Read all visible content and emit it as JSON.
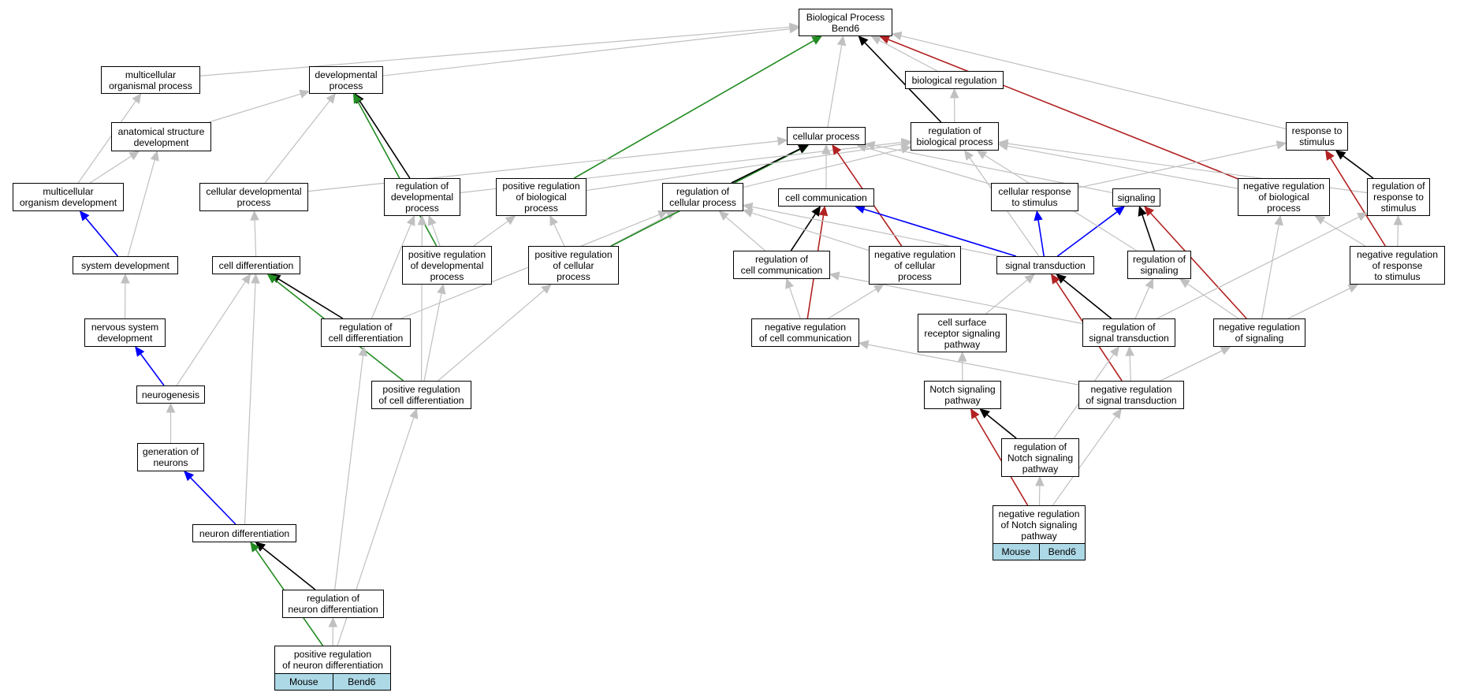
{
  "nodes": {
    "bp": "Biological Process\nBend6",
    "mop": "multicellular\norganismal process",
    "dev": "developmental\nprocess",
    "breg": "biological regulation",
    "asd": "anatomical structure\ndevelopment",
    "cp": "cellular process",
    "rbp": "regulation of\nbiological process",
    "rts": "response to\nstimulus",
    "mod": "multicellular\norganism development",
    "cdp": "cellular developmental\nprocess",
    "rdp": "regulation of\ndevelopmental\nprocess",
    "prbp": "positive regulation\nof biological\nprocess",
    "rcp": "regulation of\ncellular process",
    "cc": "cell communication",
    "crs": "cellular response\nto stimulus",
    "sig": "signaling",
    "nrbp": "negative regulation\nof biological\nprocess",
    "rrs": "regulation of\nresponse to\nstimulus",
    "sd": "system development",
    "cd": "cell differentiation",
    "prdp": "positive regulation\nof developmental\nprocess",
    "prcp": "positive regulation\nof cellular\nprocess",
    "rcc": "regulation of\ncell communication",
    "nrcp": "negative regulation\nof cellular\nprocess",
    "st": "signal transduction",
    "rsig": "regulation of\nsignaling",
    "nrrs": "negative regulation\nof response\nto stimulus",
    "nsd": "nervous system\ndevelopment",
    "rcd": "regulation of\ncell differentiation",
    "nrcc": "negative regulation\nof cell communication",
    "csrsp": "cell surface\nreceptor signaling\npathway",
    "rst": "regulation of\nsignal transduction",
    "nrsig": "negative regulation\nof signaling",
    "ng": "neurogenesis",
    "prcd": "positive regulation\nof cell differentiation",
    "nsp": "Notch signaling\npathway",
    "nrst": "negative regulation\nof signal transduction",
    "gon": "generation of\nneurons",
    "rnsp": "regulation of\nNotch signaling\npathway",
    "nd": "neuron differentiation",
    "nrnsp": "negative regulation\nof Notch signaling\npathway",
    "rnd": "regulation of\nneuron differentiation",
    "prnd": "positive regulation\nof neuron differentiation"
  },
  "leaf_tables": {
    "prnd": [
      "Mouse",
      "Bend6"
    ],
    "nrnsp": [
      "Mouse",
      "Bend6"
    ]
  },
  "edge_colors": {
    "is_a": "#c0c0c0",
    "part_of": "#000000",
    "regulates": "#0000ff",
    "positively_regulates": "#228b22",
    "negatively_regulates": "#b22222"
  },
  "edges": [
    [
      "mop",
      "bp",
      "is_a"
    ],
    [
      "dev",
      "bp",
      "is_a"
    ],
    [
      "cp",
      "bp",
      "is_a"
    ],
    [
      "breg",
      "bp",
      "is_a"
    ],
    [
      "rbp",
      "bp",
      "part_of"
    ],
    [
      "prbp",
      "bp",
      "positively_regulates"
    ],
    [
      "nrbp",
      "bp",
      "negatively_regulates"
    ],
    [
      "rts",
      "bp",
      "is_a"
    ],
    [
      "rbp",
      "breg",
      "is_a"
    ],
    [
      "asd",
      "dev",
      "is_a"
    ],
    [
      "cdp",
      "dev",
      "is_a"
    ],
    [
      "rdp",
      "dev",
      "part_of"
    ],
    [
      "prdp",
      "dev",
      "positively_regulates"
    ],
    [
      "mod",
      "mop",
      "is_a"
    ],
    [
      "mod",
      "asd",
      "is_a"
    ],
    [
      "sd",
      "asd",
      "is_a"
    ],
    [
      "sd",
      "mod",
      "regulates"
    ],
    [
      "nsd",
      "sd",
      "is_a"
    ],
    [
      "ng",
      "nsd",
      "regulates"
    ],
    [
      "gon",
      "ng",
      "is_a"
    ],
    [
      "nd",
      "gon",
      "regulates"
    ],
    [
      "cd",
      "cdp",
      "is_a"
    ],
    [
      "ng",
      "cd",
      "is_a"
    ],
    [
      "nd",
      "cd",
      "is_a"
    ],
    [
      "rcd",
      "cd",
      "part_of"
    ],
    [
      "prcd",
      "cd",
      "positively_regulates"
    ],
    [
      "rcd",
      "rdp",
      "is_a"
    ],
    [
      "prcd",
      "rdp",
      "is_a"
    ],
    [
      "prcd",
      "prdp",
      "is_a"
    ],
    [
      "prcd",
      "prcp",
      "is_a"
    ],
    [
      "rcd",
      "rcp",
      "is_a"
    ],
    [
      "rnd",
      "rcd",
      "is_a"
    ],
    [
      "prnd",
      "rnd",
      "is_a"
    ],
    [
      "prnd",
      "prcd",
      "is_a"
    ],
    [
      "rnd",
      "nd",
      "part_of"
    ],
    [
      "prnd",
      "nd",
      "positively_regulates"
    ],
    [
      "prdp",
      "rdp",
      "is_a"
    ],
    [
      "prdp",
      "prbp",
      "is_a"
    ],
    [
      "prcp",
      "prbp",
      "is_a"
    ],
    [
      "prcp",
      "rcp",
      "is_a"
    ],
    [
      "prcp",
      "cp",
      "positively_regulates"
    ],
    [
      "rcp",
      "cp",
      "part_of"
    ],
    [
      "cc",
      "cp",
      "is_a"
    ],
    [
      "cdp",
      "cp",
      "is_a"
    ],
    [
      "rcp",
      "rbp",
      "is_a"
    ],
    [
      "rdp",
      "rbp",
      "is_a"
    ],
    [
      "prbp",
      "rbp",
      "is_a"
    ],
    [
      "nrbp",
      "rbp",
      "is_a"
    ],
    [
      "rrs",
      "rbp",
      "is_a"
    ],
    [
      "rcc",
      "cc",
      "part_of"
    ],
    [
      "nrcc",
      "cc",
      "negatively_regulates"
    ],
    [
      "nrcp",
      "cp",
      "negatively_regulates"
    ],
    [
      "rcc",
      "rcp",
      "is_a"
    ],
    [
      "nrcp",
      "rcp",
      "is_a"
    ],
    [
      "nrcc",
      "rcc",
      "is_a"
    ],
    [
      "nrcc",
      "nrcp",
      "is_a"
    ],
    [
      "st",
      "cc",
      "regulates"
    ],
    [
      "st",
      "crs",
      "regulates"
    ],
    [
      "st",
      "sig",
      "regulates"
    ],
    [
      "st",
      "rcp",
      "is_a"
    ],
    [
      "st",
      "rbp",
      "is_a"
    ],
    [
      "crs",
      "rts",
      "is_a"
    ],
    [
      "crs",
      "cp",
      "is_a"
    ],
    [
      "sig",
      "cp",
      "is_a"
    ],
    [
      "rsig",
      "sig",
      "part_of"
    ],
    [
      "nrsig",
      "sig",
      "negatively_regulates"
    ],
    [
      "rsig",
      "rbp",
      "is_a"
    ],
    [
      "nrsig",
      "rsig",
      "is_a"
    ],
    [
      "nrsig",
      "nrbp",
      "is_a"
    ],
    [
      "rrs",
      "rts",
      "part_of"
    ],
    [
      "nrrs",
      "rts",
      "negatively_regulates"
    ],
    [
      "nrrs",
      "rrs",
      "is_a"
    ],
    [
      "nrrs",
      "nrbp",
      "is_a"
    ],
    [
      "csrsp",
      "st",
      "is_a"
    ],
    [
      "rst",
      "st",
      "part_of"
    ],
    [
      "nrst",
      "st",
      "negatively_regulates"
    ],
    [
      "rst",
      "rsig",
      "is_a"
    ],
    [
      "rst",
      "rcc",
      "is_a"
    ],
    [
      "rst",
      "rrs",
      "is_a"
    ],
    [
      "nrst",
      "rst",
      "is_a"
    ],
    [
      "nrst",
      "nrsig",
      "is_a"
    ],
    [
      "nrst",
      "nrcc",
      "is_a"
    ],
    [
      "nrst",
      "nrrs",
      "is_a"
    ],
    [
      "nsp",
      "csrsp",
      "is_a"
    ],
    [
      "rnsp",
      "nsp",
      "part_of"
    ],
    [
      "rnsp",
      "rst",
      "is_a"
    ],
    [
      "nrnsp",
      "rnsp",
      "is_a"
    ],
    [
      "nrnsp",
      "nsp",
      "negatively_regulates"
    ],
    [
      "nrnsp",
      "nrst",
      "is_a"
    ],
    [
      "nrbp",
      "bp",
      "negatively_regulates"
    ]
  ]
}
